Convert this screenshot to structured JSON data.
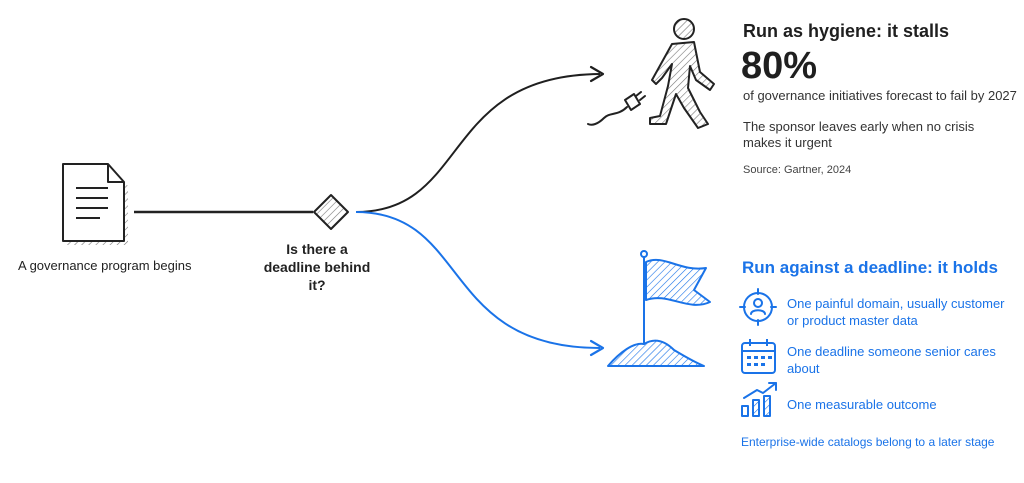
{
  "start": {
    "label": "A governance program begins",
    "icon": "document-icon"
  },
  "decision": {
    "question": "Is there a deadline behind it?",
    "icon": "diamond-icon"
  },
  "hygiene": {
    "title": "Run as hygiene: it stalls",
    "stat": "80%",
    "stat_description": "of governance initiatives forecast to fail by 2027",
    "note": "The sponsor leaves early when no crisis makes it urgent",
    "source": "Source: Gartner, 2024",
    "icon": "walking-person-unplugged-icon",
    "color": "#1f1f1f"
  },
  "deadline": {
    "title": "Run against a deadline: it holds",
    "icon": "flag-on-hill-icon",
    "color": "#1a73e8",
    "items": [
      {
        "icon": "target-person-icon",
        "label": "One painful domain, usually customer or product master data"
      },
      {
        "icon": "calendar-icon",
        "label": "One deadline someone senior cares about"
      },
      {
        "icon": "growth-chart-icon",
        "label": "One measurable outcome"
      }
    ],
    "footer": "Enterprise-wide catalogs belong to a later stage"
  }
}
